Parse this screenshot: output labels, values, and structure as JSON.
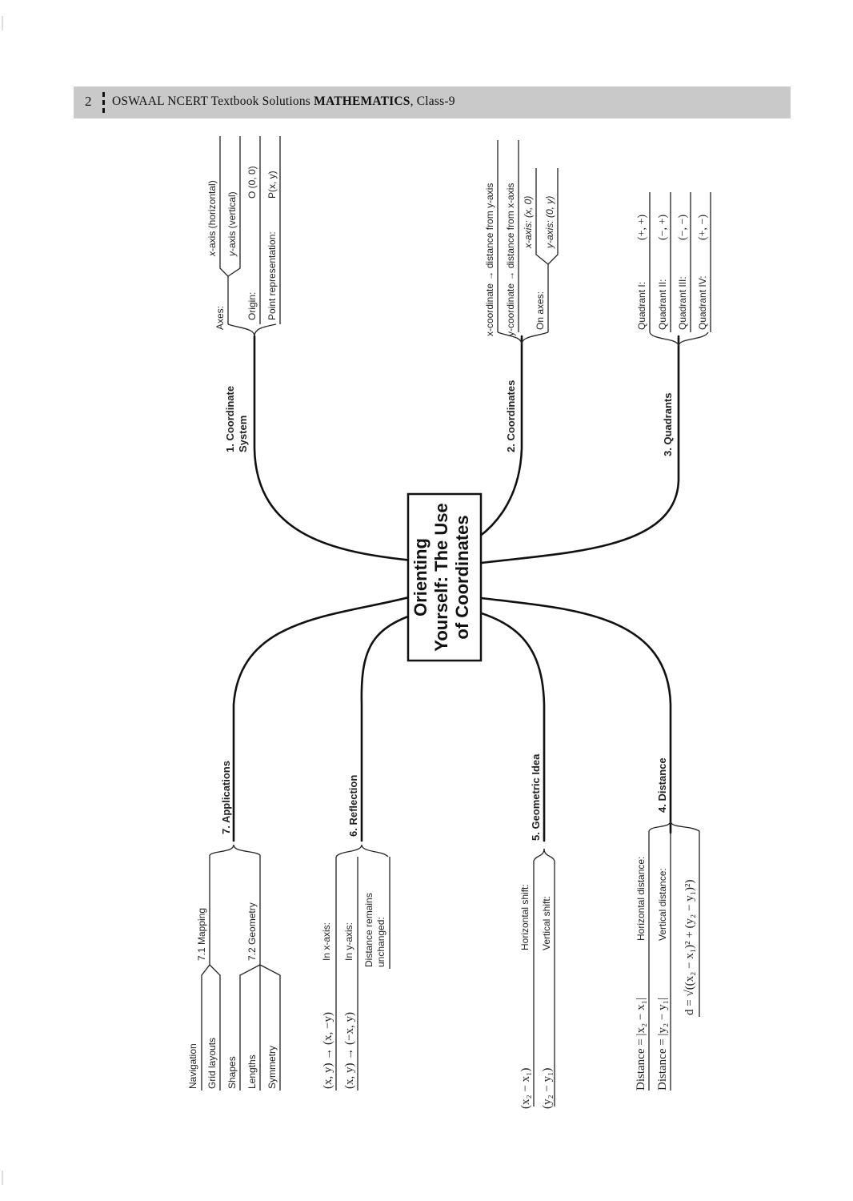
{
  "header": {
    "page_number": "2",
    "series": "OSWAAL NCERT Textbook Solutions",
    "subject": "MATHEMATICS",
    "class_label": ", Class-9"
  },
  "center": {
    "line1": "Orienting",
    "line2": "Yourself: The Use",
    "line3": "of Coordinates"
  },
  "branch1": {
    "title1": "1. Coordinate",
    "title2": "System",
    "axes_label": "Axes:",
    "x_axis_pre": "x",
    "x_axis_post": "-axis (horizontal)",
    "y_axis_pre": "y",
    "y_axis_post": "-axis (vertical)",
    "origin_label": "Origin:",
    "origin_value": "O (0, 0)",
    "point_label": "Point representation:",
    "point_value": "P(x, y)"
  },
  "branch2": {
    "title": "2. Coordinates",
    "x_coord": "x-coordinate → distance from y-axis",
    "y_coord": "y-coordinate → distance from x-axis",
    "on_axes_label": "On axes:",
    "x_axis_point": "x-axis: (x, 0)",
    "y_axis_point": "y-axis: (0, y)"
  },
  "branch3": {
    "title": "3. Quadrants",
    "items": [
      {
        "label": "Quadrant I:",
        "sign": "(+, +)"
      },
      {
        "label": "Quadrant II:",
        "sign": "(−, +)"
      },
      {
        "label": "Quadrant III:",
        "sign": "(−, −)"
      },
      {
        "label": "Quadrant IV:",
        "sign": "(+, −)"
      }
    ]
  },
  "branch4": {
    "title": "4. Distance",
    "horizontal_label": "Horizontal distance:",
    "horizontal_formula": "Distance = |x₂ − x₁|",
    "vertical_label": "Vertical distance:",
    "vertical_formula": "Distance = |y₂ − y₁|",
    "distance_formula": "d = √((x₂ − x₁)² + (y₂ − y₁)²)"
  },
  "branch5": {
    "title": "5. Geometric Idea",
    "horizontal_label": "Horizontal shift:",
    "horizontal_value": "(x₂ − x₁)",
    "vertical_label": "Vertical shift:",
    "vertical_value": "(y₂ − y₁)"
  },
  "branch6": {
    "title": "6. Reflection",
    "x_label": "In x-axis:",
    "x_value": "(x, y) → (x, −y)",
    "y_label": "In y-axis:",
    "y_value": "(x, y) → (−x, y)",
    "distance1": "Distance remains",
    "distance2": "unchanged:"
  },
  "branch7": {
    "title": "7. Applications",
    "mapping": "7.1 Mapping",
    "mapping_items": [
      "Navigation",
      "Grid layouts"
    ],
    "geometry": "7.2 Geometry",
    "geometry_items": [
      "Shapes",
      "Lengths",
      "Symmetry"
    ]
  }
}
